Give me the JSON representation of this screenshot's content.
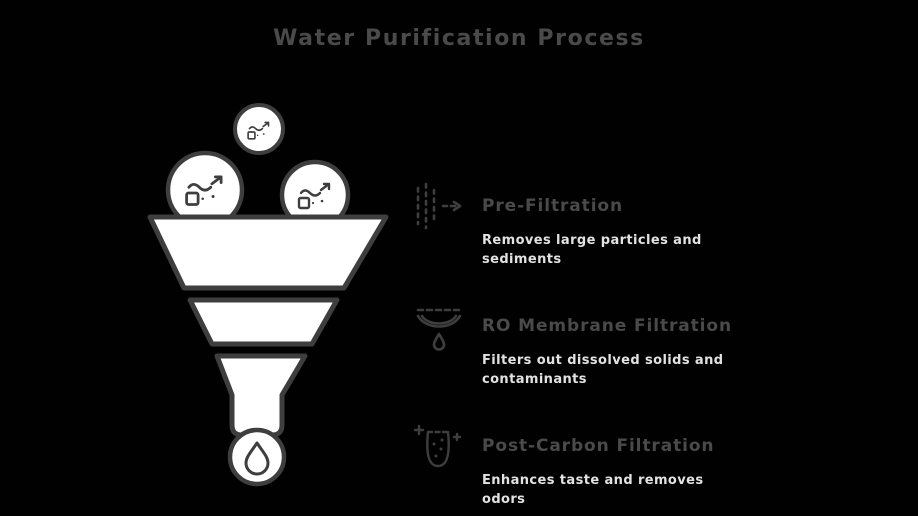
{
  "title": "Water Purification Process",
  "funnel": {
    "icon": "funnel-with-contaminant-bubbles",
    "result_icon": "clean-water-drop"
  },
  "steps": [
    {
      "icon": "particles-arrow-icon",
      "title": "Pre-Filtration",
      "description": "Removes large particles and sediments"
    },
    {
      "icon": "membrane-drop-icon",
      "title": "RO Membrane Filtration",
      "description": "Filters out dissolved solids and contaminants"
    },
    {
      "icon": "carbon-filter-icon",
      "title": "Post-Carbon Filtration",
      "description": "Enhances taste and removes odors"
    }
  ],
  "colors": {
    "background": "#010101",
    "stroke": "#3e3e3e",
    "heading": "#4a4a4a",
    "body_text": "#e2e2e2",
    "shape_fill": "#ffffff"
  }
}
